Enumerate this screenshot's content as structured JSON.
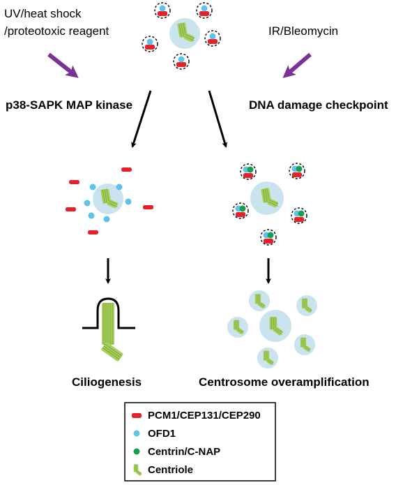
{
  "labels": {
    "stress_line1": "UV/heat shock",
    "stress_line2": "/proteotoxic reagent",
    "damage": "IR/Bleomycin",
    "p38": "p38-SAPK MAP kinase",
    "checkpoint": "DNA damage checkpoint",
    "ciliogenesis": "Ciliogenesis",
    "overamp": "Centrosome overamplification"
  },
  "legend": {
    "items": [
      {
        "label": "PCM1/CEP131/CEP290",
        "icon": "red-bar-icon"
      },
      {
        "label": "OFD1",
        "icon": "blue-dot-icon"
      },
      {
        "label": "Centrin/C-NAP",
        "icon": "green-dot-icon"
      },
      {
        "label": "Centriole",
        "icon": "centriole-icon"
      }
    ]
  },
  "colors": {
    "satellite_red": "#e8202a",
    "ofd1_blue": "#5ec3ea",
    "centrin_green": "#13a151",
    "centriole_green": "#a9cf5b",
    "centriole_dark": "#7aa83a",
    "pcm_halo": "#c9e4ee",
    "stimulus_arrow": "#7b3294",
    "arrow": "#000000"
  }
}
